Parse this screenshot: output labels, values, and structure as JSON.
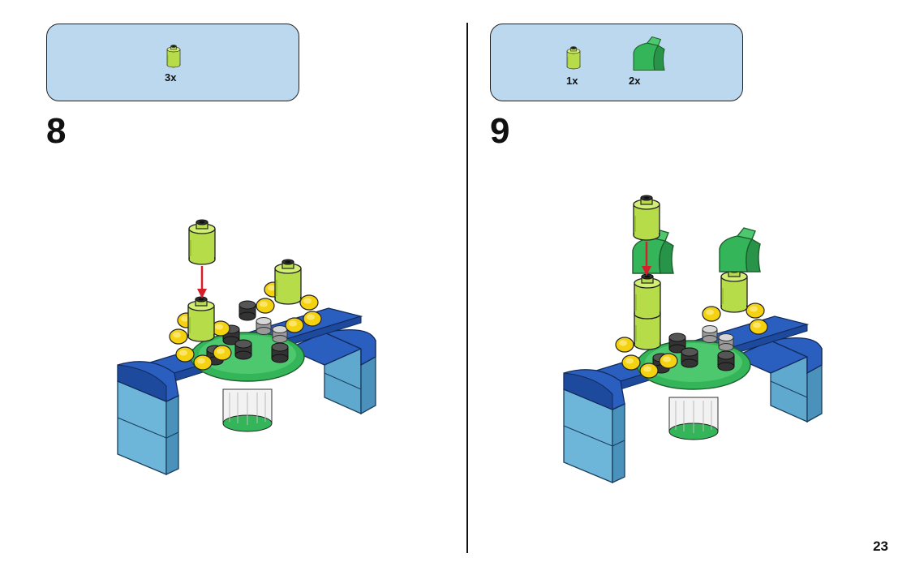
{
  "steps": [
    {
      "number": "8",
      "parts": [
        {
          "qty": "3x",
          "part": "lime-round-brick"
        }
      ]
    },
    {
      "number": "9",
      "parts": [
        {
          "qty": "1x",
          "part": "lime-round-brick"
        },
        {
          "qty": "2x",
          "part": "green-curved-slope"
        }
      ]
    }
  ],
  "page_number": "23",
  "colors": {
    "parts_box": "#bcd8ef",
    "lime": "#b6dc4a",
    "green": "#35b55a",
    "blue": "#2a5fbf",
    "light_blue": "#6db5d9",
    "yellow": "#f5d20f",
    "arrow": "#d61f2a"
  }
}
